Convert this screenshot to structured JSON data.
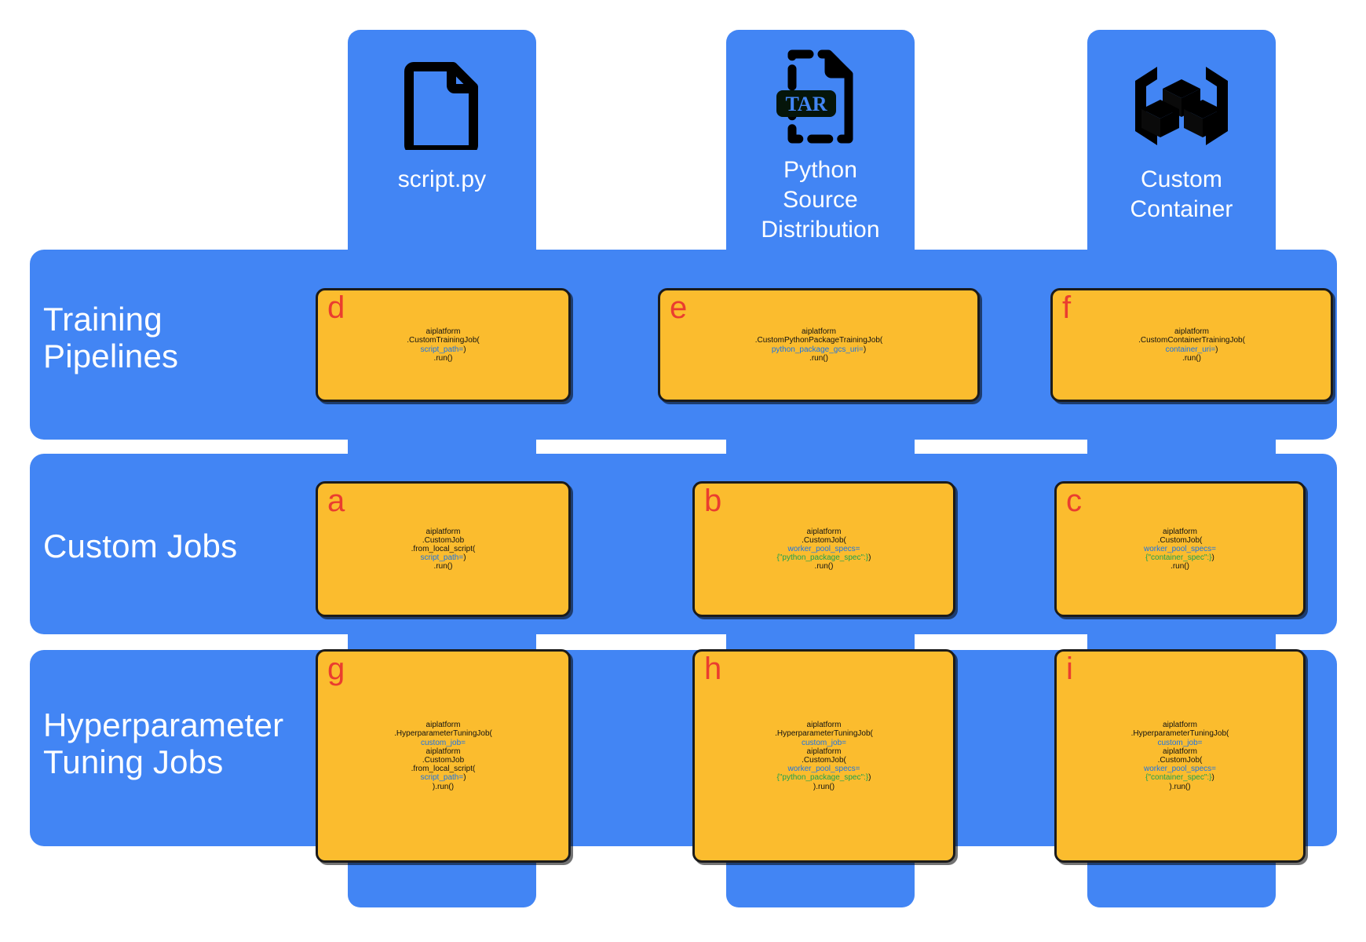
{
  "colors": {
    "band_blue": "#4285F4",
    "card_amber": "#FBBC2E",
    "badge_red": "#EA3D2F",
    "param_blue": "#1a73e8",
    "spec_green": "#1DA34E",
    "text_black": "#111111",
    "icon_black": "#000000"
  },
  "columns": [
    {
      "id": "script",
      "icon": "document-file-icon",
      "caption": "script.py"
    },
    {
      "id": "python-source-dist",
      "icon": "tar-archive-file-icon",
      "caption": "Python\nSource\nDistribution",
      "badge_text": "TAR"
    },
    {
      "id": "custom-container",
      "icon": "container-cubes-icon",
      "caption": "Custom\nContainer"
    }
  ],
  "rows": [
    {
      "id": "training-pipelines",
      "label": "Training\nPipelines"
    },
    {
      "id": "custom-jobs",
      "label": "Custom Jobs"
    },
    {
      "id": "hyperparameter-tuning-jobs",
      "label": "Hyperparameter\nTuning Jobs"
    }
  ],
  "cards": [
    {
      "id": "card-d",
      "badge": "d",
      "row": "training-pipelines",
      "column": "script",
      "lines": [
        [
          {
            "t": "aiplatform",
            "c": "plain"
          }
        ],
        [
          {
            "t": ".CustomTrainingJob(",
            "c": "plain"
          }
        ],
        [
          {
            "t": "script_path=",
            "c": "param"
          },
          {
            "t": ")",
            "c": "plain"
          }
        ],
        [
          {
            "t": ".run()",
            "c": "plain"
          }
        ]
      ]
    },
    {
      "id": "card-e",
      "badge": "e",
      "row": "training-pipelines",
      "column": "python-source-dist",
      "lines": [
        [
          {
            "t": "aiplatform",
            "c": "plain"
          }
        ],
        [
          {
            "t": ".CustomPythonPackageTrainingJob(",
            "c": "plain"
          }
        ],
        [
          {
            "t": "python_package_gcs_uri=",
            "c": "param"
          },
          {
            "t": ")",
            "c": "plain"
          }
        ],
        [
          {
            "t": ".run()",
            "c": "plain"
          }
        ]
      ]
    },
    {
      "id": "card-f",
      "badge": "f",
      "row": "training-pipelines",
      "column": "custom-container",
      "lines": [
        [
          {
            "t": "aiplatform",
            "c": "plain"
          }
        ],
        [
          {
            "t": ".CustomContainerTrainingJob(",
            "c": "plain"
          }
        ],
        [
          {
            "t": "container_uri=",
            "c": "param"
          },
          {
            "t": ")",
            "c": "plain"
          }
        ],
        [
          {
            "t": ".run()",
            "c": "plain"
          }
        ]
      ]
    },
    {
      "id": "card-a",
      "badge": "a",
      "row": "custom-jobs",
      "column": "script",
      "lines": [
        [
          {
            "t": "aiplatform",
            "c": "plain"
          }
        ],
        [
          {
            "t": ".CustomJob",
            "c": "plain"
          }
        ],
        [
          {
            "t": ".from_local_script(",
            "c": "plain"
          }
        ],
        [
          {
            "t": "script_path=",
            "c": "param"
          },
          {
            "t": ")",
            "c": "plain"
          }
        ],
        [
          {
            "t": ".run()",
            "c": "plain"
          }
        ]
      ]
    },
    {
      "id": "card-b",
      "badge": "b",
      "row": "custom-jobs",
      "column": "python-source-dist",
      "lines": [
        [
          {
            "t": "aiplatform",
            "c": "plain"
          }
        ],
        [
          {
            "t": ".CustomJob(",
            "c": "plain"
          }
        ],
        [
          {
            "t": "worker_pool_specs=",
            "c": "param"
          }
        ],
        [
          {
            "t": "{\"python_package_spec\":}",
            "c": "spec"
          },
          {
            "t": ")",
            "c": "plain"
          }
        ],
        [
          {
            "t": ".run()",
            "c": "plain"
          }
        ]
      ]
    },
    {
      "id": "card-c",
      "badge": "c",
      "row": "custom-jobs",
      "column": "custom-container",
      "lines": [
        [
          {
            "t": "aiplatform",
            "c": "plain"
          }
        ],
        [
          {
            "t": ".CustomJob(",
            "c": "plain"
          }
        ],
        [
          {
            "t": "worker_pool_specs=",
            "c": "param"
          }
        ],
        [
          {
            "t": "{\"container_spec\":}",
            "c": "spec"
          },
          {
            "t": ")",
            "c": "plain"
          }
        ],
        [
          {
            "t": ".run()",
            "c": "plain"
          }
        ]
      ]
    },
    {
      "id": "card-g",
      "badge": "g",
      "row": "hyperparameter-tuning-jobs",
      "column": "script",
      "lines": [
        [
          {
            "t": "aiplatform",
            "c": "plain"
          }
        ],
        [
          {
            "t": ".HyperparameterTuningJob(",
            "c": "plain"
          }
        ],
        [
          {
            "t": "custom_job=",
            "c": "param"
          }
        ],
        [
          {
            "t": "aiplatform",
            "c": "plain"
          }
        ],
        [
          {
            "t": ".CustomJob",
            "c": "plain"
          }
        ],
        [
          {
            "t": ".from_local_script(",
            "c": "plain"
          }
        ],
        [
          {
            "t": "script_path=",
            "c": "param"
          },
          {
            "t": ")",
            "c": "plain"
          }
        ],
        [
          {
            "t": ").run()",
            "c": "plain"
          }
        ]
      ]
    },
    {
      "id": "card-h",
      "badge": "h",
      "row": "hyperparameter-tuning-jobs",
      "column": "python-source-dist",
      "lines": [
        [
          {
            "t": "aiplatform",
            "c": "plain"
          }
        ],
        [
          {
            "t": ".HyperparameterTuningJob(",
            "c": "plain"
          }
        ],
        [
          {
            "t": "custom_job=",
            "c": "param"
          }
        ],
        [
          {
            "t": "aiplatform",
            "c": "plain"
          }
        ],
        [
          {
            "t": ".CustomJob(",
            "c": "plain"
          }
        ],
        [
          {
            "t": "worker_pool_specs=",
            "c": "param"
          }
        ],
        [
          {
            "t": "{\"python_package_spec\":}",
            "c": "spec"
          },
          {
            "t": ")",
            "c": "plain"
          }
        ],
        [
          {
            "t": ").run()",
            "c": "plain"
          }
        ]
      ]
    },
    {
      "id": "card-i",
      "badge": "i",
      "row": "hyperparameter-tuning-jobs",
      "column": "custom-container",
      "lines": [
        [
          {
            "t": "aiplatform",
            "c": "plain"
          }
        ],
        [
          {
            "t": ".HyperparameterTuningJob(",
            "c": "plain"
          }
        ],
        [
          {
            "t": "custom_job=",
            "c": "param"
          }
        ],
        [
          {
            "t": "aiplatform",
            "c": "plain"
          }
        ],
        [
          {
            "t": ".CustomJob(",
            "c": "plain"
          }
        ],
        [
          {
            "t": "worker_pool_specs=",
            "c": "param"
          }
        ],
        [
          {
            "t": "{\"container_spec\":}",
            "c": "spec"
          },
          {
            "t": ")",
            "c": "plain"
          }
        ],
        [
          {
            "t": ").run()",
            "c": "plain"
          }
        ]
      ]
    }
  ]
}
